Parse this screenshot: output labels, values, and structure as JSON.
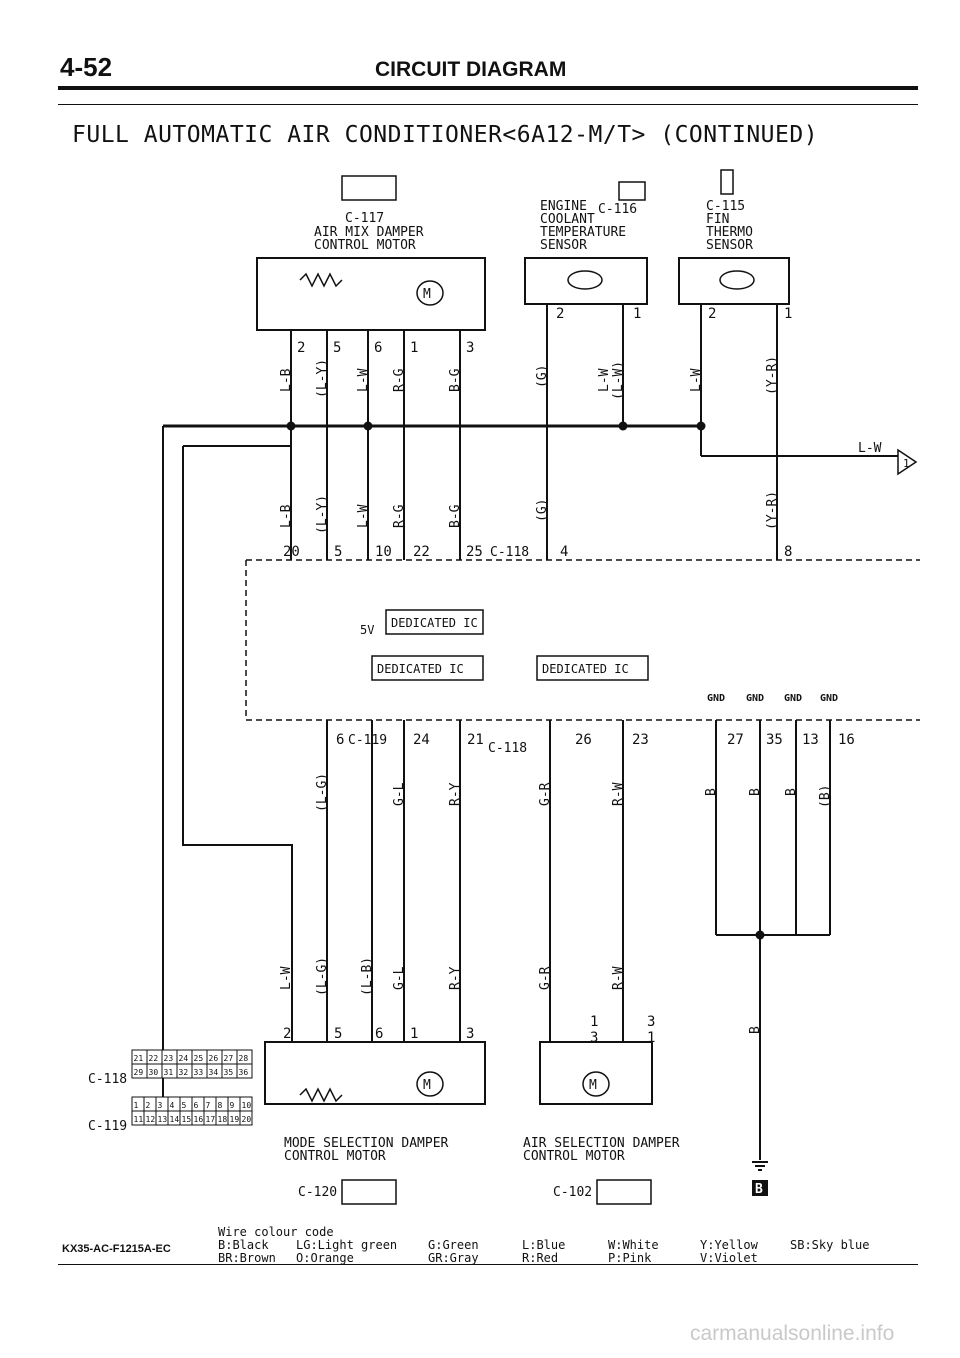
{
  "header": {
    "page_number": "4-52",
    "title": "CIRCUIT DIAGRAM",
    "subtitle": "FULL AUTOMATIC AIR CONDITIONER<6A12-M/T> (CONTINUED)"
  },
  "components": {
    "c117": {
      "id": "C-117",
      "line1": "AIR MIX DAMPER",
      "line2": "CONTROL MOTOR",
      "terminals": [
        "2",
        "5",
        "6",
        "1",
        "3"
      ],
      "wires": [
        "L-B",
        "(L-Y)",
        "L-W",
        "R-G",
        "B-G"
      ]
    },
    "c116": {
      "id": "C-116",
      "line1": "ENGINE",
      "line2": "COOLANT",
      "line3": "TEMPERATURE",
      "line4": "SENSOR",
      "terminals": [
        "2",
        "1"
      ],
      "wires": [
        "(G)",
        "L-W",
        "(L-W)"
      ]
    },
    "c115": {
      "id": "C-115",
      "line1": "FIN",
      "line2": "THERMO",
      "line3": "SENSOR",
      "terminals": [
        "2",
        "1"
      ],
      "wires": [
        "L-W",
        "(Y-R)"
      ]
    },
    "c120": {
      "id": "C-120",
      "line1": "MODE SELECTION DAMPER",
      "line2": "CONTROL MOTOR",
      "terminals": [
        "2",
        "5",
        "6",
        "1",
        "3"
      ],
      "wires": [
        "L-W",
        "(L-G)",
        "(L-B)",
        "G-L",
        "R-Y"
      ]
    },
    "c102": {
      "id": "C-102",
      "line1": "AIR SELECTION DAMPER",
      "line2": "CONTROL MOTOR",
      "terminals": [
        "1",
        "3",
        "3",
        "1"
      ],
      "wires": [
        "G-R",
        "R-W"
      ]
    }
  },
  "unit": {
    "c118": "C-118",
    "c119": "C-119",
    "upper_pins": [
      "20",
      "5",
      "10",
      "22",
      "25",
      "4",
      "8"
    ],
    "lower_pins": [
      "6",
      "24",
      "21",
      "26",
      "23",
      "27",
      "35",
      "13",
      "16"
    ],
    "ic_label": "DEDICATED IC",
    "supply": "5V",
    "gnd": "GND",
    "upper_wires": [
      "L-B",
      "(L-Y)",
      "L-W",
      "R-G",
      "B-G",
      "(G)",
      "(Y-R)"
    ],
    "lower_wires": [
      "(L-G)",
      "G-L",
      "R-Y",
      "G-R",
      "R-W",
      "B",
      "B",
      "B",
      "(B)"
    ],
    "lw_tag": "L-W",
    "lw_ref": "1",
    "ground_ref": "B",
    "ground_wire": "B"
  },
  "connector_c118": {
    "row1": [
      "21",
      "22",
      "23",
      "24",
      "25",
      "26",
      "27",
      "28"
    ],
    "row2": [
      "29",
      "30",
      "31",
      "32",
      "33",
      "34",
      "35",
      "36"
    ]
  },
  "connector_c119": {
    "row1": [
      "1",
      "2",
      "3",
      "4",
      "5",
      "6",
      "7",
      "8",
      "9",
      "10"
    ],
    "row2": [
      "11",
      "12",
      "13",
      "14",
      "15",
      "16",
      "17",
      "18",
      "19",
      "20"
    ]
  },
  "legend": {
    "title": "Wire colour code",
    "col1": [
      "B:Black",
      "BR:Brown"
    ],
    "col2": [
      "LG:Light green",
      "O:Orange"
    ],
    "col3": [
      "G:Green",
      "GR:Gray"
    ],
    "col4": [
      "L:Blue",
      "R:Red"
    ],
    "col5": [
      "W:White",
      "P:Pink"
    ],
    "col6": [
      "Y:Yellow",
      "V:Violet"
    ],
    "col7": [
      "SB:Sky blue"
    ]
  },
  "footer": {
    "doc_code": "KX35-AC-F1215A-EC",
    "watermark": "carmanualsonline.info"
  }
}
